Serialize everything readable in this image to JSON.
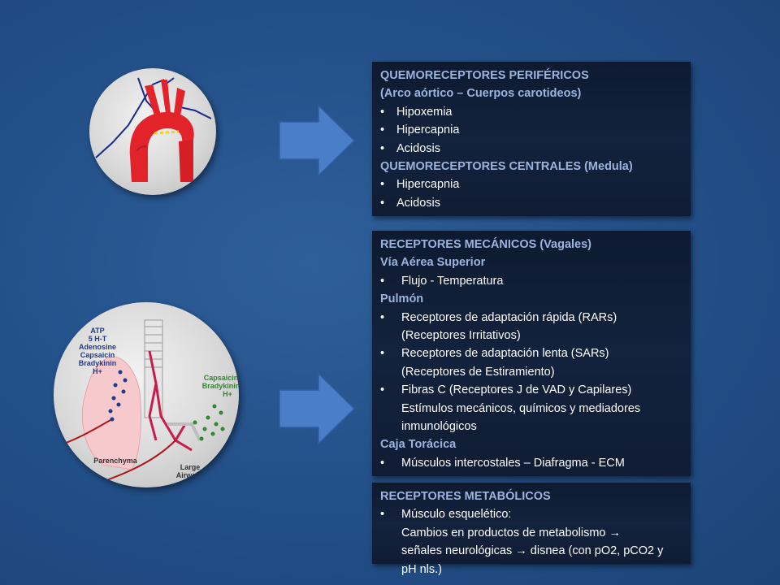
{
  "panel1": {
    "heading1": "QUEMORECEPTORES PERIFÉRICOS",
    "heading2": "(Arco aórtico – Cuerpos carotideos)",
    "items1": [
      "Hipoxemia",
      "Hipercapnia",
      "Acidosis"
    ],
    "heading3": "QUEMORECEPTORES CENTRALES (Medula)",
    "items2": [
      "Hipercapnia",
      "Acidosis"
    ]
  },
  "panel2": {
    "heading": "RECEPTORES MECÁNICOS (Vagales)",
    "sub1": "Vía Aérea Superior",
    "sub1_item": "Flujo - Temperatura",
    "sub2": "Pulmón",
    "rars": [
      "Receptores de adaptación rápida (RARs)",
      "(Receptores Irritativos)"
    ],
    "sars": [
      "Receptores de adaptación lenta (SARs)",
      "(Receptores de Estiramiento)"
    ],
    "fibras": [
      "Fibras C (Receptores J de VAD y Capilares)",
      "Estímulos mecánicos, químicos y mediadores",
      "inmunológicos"
    ],
    "sub3": "Caja Torácica",
    "sub3_item": "Músculos intercostales – Diafragma - ECM"
  },
  "panel3": {
    "heading": "RECEPTORES METABÓLICOS",
    "item": "Músculo esquelético:",
    "cont": [
      "Cambios en productos de metabolismo →",
      "señales neurológicas → disnea (con pO2, pCO2 y",
      "pH nls.)"
    ]
  },
  "bullet": "•",
  "lung_labels": {
    "left": [
      "ATP",
      "5 H-T",
      "Adenosine",
      "Capsaicin",
      "Bradykinin",
      "H+"
    ],
    "right": [
      "Capsaicin",
      "Bradykinin",
      "H+"
    ],
    "parenchyma": "Parenchyma",
    "airways": [
      "Large",
      "Airways"
    ]
  },
  "colors": {
    "background": "#24518a",
    "arrow": "#4a7fc8",
    "panel": "#111f38",
    "heading": "#9bb4de",
    "aorta": "#e3232a",
    "left_label": "#1f3a8c",
    "right_label": "#2c8a2c"
  }
}
